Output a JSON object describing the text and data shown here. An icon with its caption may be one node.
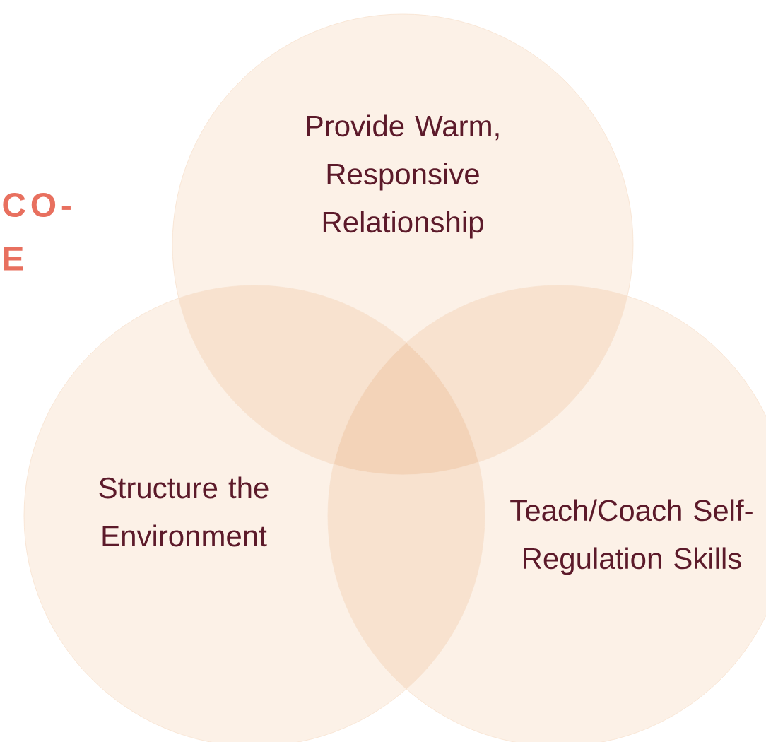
{
  "diagram": {
    "nodes": [
      {
        "text": [
          "Provide Warm, Responsive Relationship"
        ]
      },
      {
        "text": [
          "Structure the Environment"
        ]
      },
      {
        "text": [
          "Teach/Coach Self-Regulation Skills"
        ]
      }
    ],
    "labels": [
      "CO-",
      "E"
    ]
  }
}
